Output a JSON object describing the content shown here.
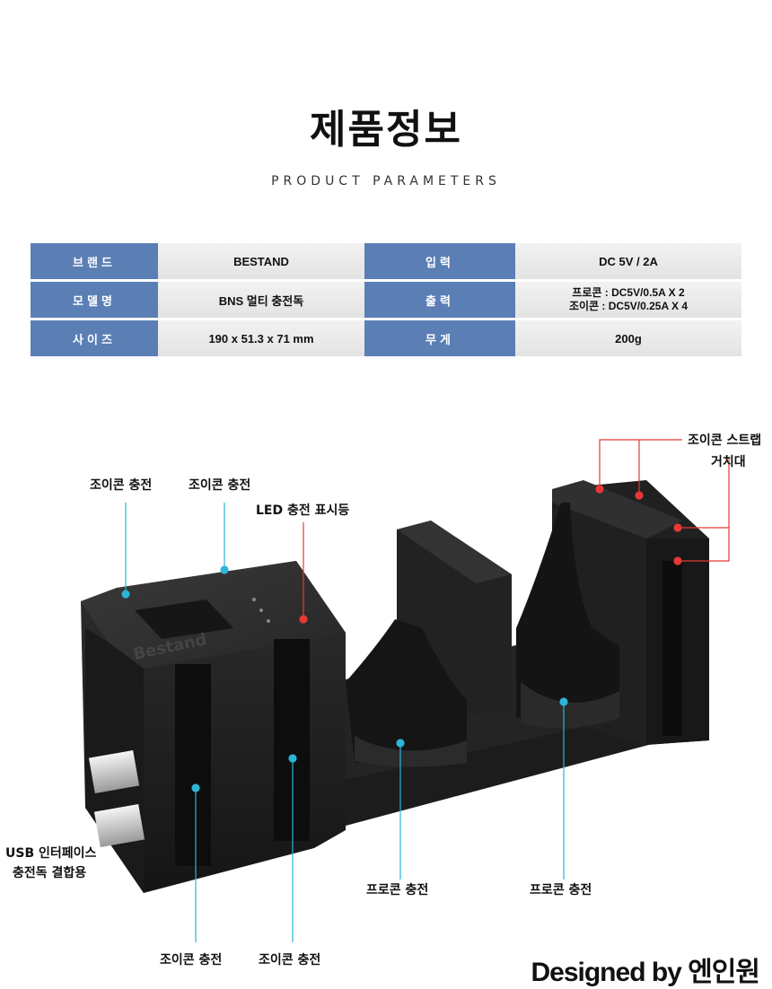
{
  "header": {
    "title": "제품정보",
    "subtitle": "PRODUCT PARAMETERS"
  },
  "specs": {
    "brand_key": "브랜드",
    "brand_val": "BESTAND",
    "input_key": "입력",
    "input_val": "DC 5V / 2A",
    "model_key": "모델명",
    "model_val": "BNS 멀티 충전독",
    "output_key": "출력",
    "output_line1": "프로콘 : DC5V/0.5A X 2",
    "output_line2": "조이콘 : DC5V/0.25A X 4",
    "size_key": "사이즈",
    "size_val": "190 x 51.3 x 71 mm",
    "weight_key": "무게",
    "weight_val": "200g"
  },
  "labels": {
    "joycon_charge_top_left": "조이콘 충전",
    "joycon_charge_top_right": "조이콘 충전",
    "led_indicator": "LED 충전 표시등",
    "strap_holder_line1": "조이콘 스트랩",
    "strap_holder_line2": "거치대",
    "usb_line1": "USB 인터페이스",
    "usb_line2": "충전독 결합용",
    "procon_charge_left": "프로콘 충전",
    "procon_charge_right": "프로콘 충전",
    "joycon_charge_bottom_left": "조이콘 충전",
    "joycon_charge_bottom_right": "조이콘 충전"
  },
  "device_text": {
    "brand_emboss": "Bestand"
  },
  "colors": {
    "key_cell": "#5b7fb5",
    "leader_blue": "#2bb5d6",
    "leader_red": "#e53935"
  },
  "footer": {
    "signature": "Designed by 엔인원"
  }
}
